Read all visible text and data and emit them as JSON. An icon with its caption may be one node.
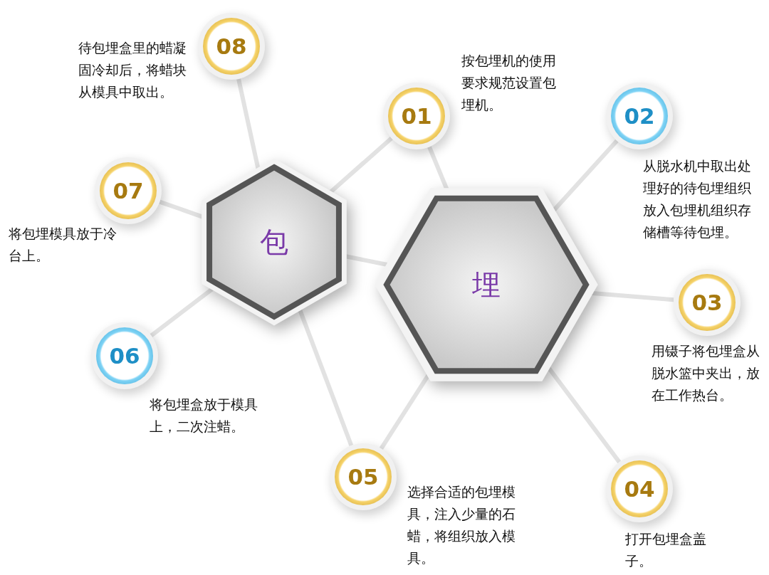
{
  "diagram": {
    "nodes": [
      {
        "text": [
          "包"
        ]
      },
      {
        "text": [
          "埋"
        ]
      },
      {
        "text": [
          "01"
        ],
        "beside": [
          "按包埋机的使用要求规范设置包埋机。"
        ]
      },
      {
        "text": [
          "02"
        ],
        "beside": [
          "从脱水机中取出处理好的待包埋组织放入包埋机组织存储槽等待包埋。"
        ]
      },
      {
        "text": [
          "03"
        ],
        "beside": [
          "用镊子将包埋盒从脱水篮中夹出，放在工作热台。"
        ]
      },
      {
        "text": [
          "04"
        ],
        "beside": [
          "打开包埋盒盖子。"
        ]
      },
      {
        "text": [
          "05"
        ],
        "beside": [
          "选择合适的包埋模具，注入少量的石蜡，将组织放入模具。"
        ]
      },
      {
        "text": [
          "06"
        ],
        "beside": [
          "将包埋盒放于模具上，二次注蜡。"
        ]
      },
      {
        "text": [
          "07"
        ],
        "beside": [
          "将包埋模具放于冷台上。"
        ]
      },
      {
        "text": [
          "08"
        ],
        "beside": [
          "待包埋盒里的蜡凝固冷却后，将蜡块从模具中取出。"
        ]
      }
    ],
    "edges": [
      {
        "from": 0,
        "to": 1,
        "arrow": "none"
      },
      {
        "from": 0,
        "to": 2,
        "arrow": "none"
      },
      {
        "from": 1,
        "to": 2,
        "arrow": "none"
      },
      {
        "from": 1,
        "to": 3,
        "arrow": "none"
      },
      {
        "from": 1,
        "to": 4,
        "arrow": "none"
      },
      {
        "from": 1,
        "to": 5,
        "arrow": "none"
      },
      {
        "from": 1,
        "to": 6,
        "arrow": "none"
      },
      {
        "from": 0,
        "to": 6,
        "arrow": "none"
      },
      {
        "from": 0,
        "to": 7,
        "arrow": "none"
      },
      {
        "from": 0,
        "to": 8,
        "arrow": "none"
      },
      {
        "from": 0,
        "to": 9,
        "arrow": "none"
      }
    ]
  }
}
